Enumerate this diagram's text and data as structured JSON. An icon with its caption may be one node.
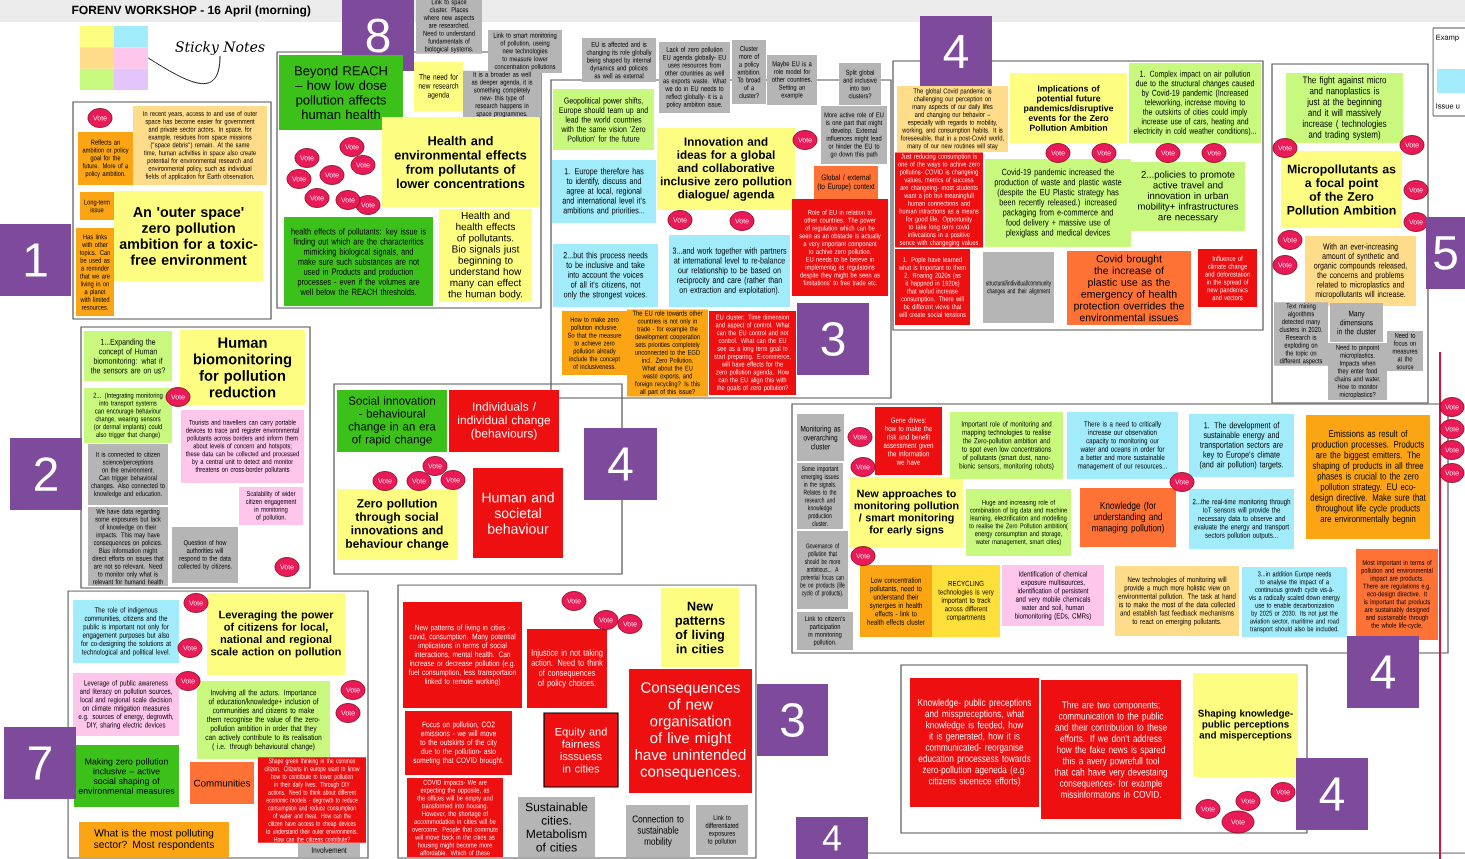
{
  "diagram": {
    "title": "FORENV WORKSHOP - 16 April (morning)",
    "nodes": [
      {
        "text": [
          "Sticky Notes"
        ]
      },
      {
        "text": [],
        "shape": "box"
      },
      {
        "text": [],
        "shape": "box"
      },
      {
        "text": [
          "Reflects an ambition or policy goal for the future. More of a policy ambition."
        ],
        "in": 2
      },
      {
        "text": [
          "In recent years, access to and use of outer space has become easier for government and private sector actors. In space, for example, residues from space missions (\"space debris\") remain. At the same time, human activities in space also create potential for environmental research and environmental policy, such as individual fields of application for Earth observation."
        ],
        "in": 2
      },
      {
        "text": [
          "Long-term issue"
        ],
        "in": 2
      },
      {
        "text": [
          "Has links with other topics. Can be used as a reminder that we are living in on a planet with limited resources."
        ],
        "in": 2
      },
      {
        "text": [
          "An 'outer space' zero pollution ambition for a toxic-free environment"
        ],
        "in": 2
      },
      {
        "text": [
          "Vote"
        ],
        "in": 2
      },
      {
        "text": [
          "1"
        ]
      },
      {
        "text": [],
        "shape": "box"
      },
      {
        "text": [
          "8"
        ]
      },
      {
        "text": [
          "Link to space cluster. Places where new aspects are researched. Need to understand fundamentals of biological systems."
        ]
      },
      {
        "text": [
          "Link to smart monitoring of pollution, useing new technologies to measure lower concentration pollutions"
        ]
      },
      {
        "text": [
          "Beyond REACH – how low dose pollution affects human health"
        ],
        "in": 10
      },
      {
        "text": [
          "The need for new research agenda"
        ],
        "in": 10
      },
      {
        "text": [
          "It is a broader as well as deeper agenda, it is something completely new- this type of research happens in space programmes."
        ],
        "in": 10
      },
      {
        "text": [
          "Health and environmental effects from pollutants of lower concentrations"
        ],
        "in": 10
      },
      {
        "text": [
          "health effects of pollutants: key issue is finding out which are the characteritics mimicking biological signals, and make sure such substances are not used in Products and production processes - even if the volumes are well below the REACH thresholds."
        ],
        "in": 10
      },
      {
        "text": [
          "Health and health effects of pollutants. Bio signals just beginning to understand how many can effect the human body."
        ],
        "in": 10
      },
      {
        "text": [
          "Vote"
        ],
        "in": 10
      },
      {
        "text": [
          "Vote"
        ],
        "in": 10
      },
      {
        "text": [
          "Vote"
        ],
        "in": 10
      },
      {
        "text": [
          "Vote"
        ],
        "in": 10
      },
      {
        "text": [
          "Vote"
        ],
        "in": 10
      },
      {
        "text": [
          "Vote"
        ],
        "in": 10
      },
      {
        "text": [
          "Vote"
        ],
        "in": 10
      },
      {
        "text": [
          "Vote"
        ],
        "in": 10
      },
      {
        "text": [],
        "shape": "box"
      },
      {
        "text": [
          "EU is affected and is changing its role globally being shaped by internal dynamics and policies as well as external"
        ]
      },
      {
        "text": [
          "Lack of zero pollution EU agenda globally- EU uses resources from other countries as well as exports waste. What we do in EU needs to reflect globally- it is a policy ambition issue."
        ]
      },
      {
        "text": [
          "Cluster more of a policy ambition. To broad of a cluster?"
        ]
      },
      {
        "text": [
          "Maybe EU is a role model for other countries. Setting an example"
        ]
      },
      {
        "text": [
          "Split global and inclusive into two clusters?"
        ]
      },
      {
        "text": [
          "More active role of EU is one part that might develop. External influences might lead or hinder the EU to go down this path"
        ],
        "in": 28
      },
      {
        "text": [
          "Geopolitical power shifts, Europe should team up and lead the world countries with the same vision 'Zero Pollution' for the future"
        ],
        "in": 28
      },
      {
        "text": [
          "1. Europe therefore has to identify, discuss and agree at local, regional and international level it's ambitions and priorities..."
        ],
        "in": 28
      },
      {
        "text": [
          "Innovation and ideas for a global and collaborative inclusive zero pollution dialogue/ agenda"
        ],
        "in": 28
      },
      {
        "text": [
          "2...but this process needs to be inclusive and take into account the voices of all it's citizens, not only the strongest voices."
        ],
        "in": 28
      },
      {
        "text": [
          "3...and work together with partners at international level to re-balance our relationship to be based on reciprocity and care (rather than on extraction and exploitation)."
        ],
        "in": 28
      },
      {
        "text": [
          "Global / external (to Europe) context"
        ],
        "in": 28
      },
      {
        "text": [
          "Role of EU in relation to other countries. The power of regulation which can be seen as an obstacle is actually a very important component to achive zero pollution. EU needs to be bereve in implementig its regulatoins despite they might be seen as 'limitations' to free trade etc."
        ],
        "in": 28
      },
      {
        "text": [
          "How to make zero pollution inclusive. So that the measure to achieve zero pollution already include the concept of inclusiveness."
        ],
        "in": 28
      },
      {
        "text": [
          "The EU role towards other countries is not only in trade - for example the development cooperation sets priorities completely unconnected to the EGD incl. Zero Pollution. What about the EU waste exports, and foreign recycling? Is this all part of this issue?"
        ],
        "in": 28
      },
      {
        "text": [
          "EU cluster: Time dimension and aspect of control. What can the EU control and not control. What can the EU see as a long term goal to start preparing. E-commerce, will have effects for the zero pollution agenda. How can the EU align this with the goals of zero pollution?"
        ],
        "in": 28
      },
      {
        "text": [
          "3"
        ],
        "in": 28
      },
      {
        "text": [
          "Vote"
        ],
        "in": 28
      },
      {
        "text": [
          "Vote"
        ],
        "in": 28
      },
      {
        "text": [
          "Vote"
        ],
        "in": 28
      },
      {
        "text": [],
        "shape": "box"
      },
      {
        "text": [
          "4"
        ]
      },
      {
        "text": [
          "The global Covid pandemic is challenging our perception on many aspects of our daily lifes and changing our behavior – especially with regards to mobility, working, and consumption habits. It is foreseeable, that in a post-Covid world, many of our new routines will stay"
        ],
        "in": 49
      },
      {
        "text": [
          "Implications of potential future pandemics/disruptive events for the Zero Pollution Ambition"
        ],
        "in": 49
      },
      {
        "text": [
          "1. Complex impact on air pollution due to the structural changes caused by Covid-19 pandemic (Increased teleworking, increase moving to the outskirts of cities could imply increase use of cars, heating and electricity in cold weather conditions)..."
        ],
        "in": 49
      },
      {
        "text": [
          "Just reducing consumption is one of the ways to achive zero pollutins- COVID is changeing values, metrics of success are changeing- most students want a job but meaningfull human connections and human intractions as a means for good life. Opportunity to take long term covid inlivcations in a positive sence with changeging values"
        ],
        "in": 49
      },
      {
        "text": [
          "1. Pople have learned what is important to them 2. Roaring 2020s (as it happned in 1920s) that wolud increase consumption. There will be different views that will create social tensions"
        ],
        "in": 49
      },
      {
        "text": [
          "Covid-19 pandemic increased the production of waste and plastic waste (despite the EU Plastic strategy has been recently released.) increased packaging from e-commerce and food delivery + massive use of plexiglass and medical devices"
        ],
        "in": 49
      },
      {
        "text": [
          "2...policies to promote active travel and innovation in urban mobility+ infrastructures are necessary"
        ],
        "in": 49
      },
      {
        "text": [
          "structural/individual/community changes and their alignment"
        ],
        "in": 49
      },
      {
        "text": [
          "Covid brought the increase of plastic use as the emergency of health protection overrides the environmental issues"
        ],
        "in": 49
      },
      {
        "text": [
          "Influence of climate change and deforestation in the spread of new pandemics and vectors"
        ],
        "in": 49
      },
      {
        "text": [
          "Vote"
        ],
        "in": 49
      },
      {
        "text": [
          "Vote"
        ],
        "in": 49
      },
      {
        "text": [
          "Vote"
        ],
        "in": 49
      },
      {
        "text": [
          "Vote"
        ],
        "in": 49
      },
      {
        "text": [],
        "shape": "box"
      },
      {
        "text": [
          "The fight against micro and nanoplastics is just at the beginning and it will massively increase ( technologies and trading system)"
        ],
        "in": 65
      },
      {
        "text": [
          "Micropollutants as a focal point of the Zero Pollution Ambition"
        ],
        "in": 65
      },
      {
        "text": [
          "With an ever-increasing amount of synthetic and organic compounds released, the concerns and problems related to microplastics and micropollutants will increase."
        ],
        "in": 65
      },
      {
        "text": [
          "Text mining algorithms detected many clusters in 2020. Research is exploding on the topic on different aspects"
        ],
        "in": 65
      },
      {
        "text": [
          "Many dimensions in the cluster"
        ],
        "in": 65
      },
      {
        "text": [
          "Need to pinpoint microplastics. Impacts when they enter food chains and water. How to monitor microplastics?"
        ],
        "in": 65
      },
      {
        "text": [
          "Need to focus on measures at the source"
        ],
        "in": 65
      },
      {
        "text": [
          "Vote"
        ],
        "in": 65
      },
      {
        "text": [
          "Vote"
        ],
        "in": 65
      },
      {
        "text": [
          "Vote"
        ],
        "in": 65
      },
      {
        "text": [
          "Vote"
        ],
        "in": 65
      },
      {
        "text": [
          "Vote"
        ],
        "in": 65
      },
      {
        "text": [
          "Vote"
        ],
        "in": 65
      },
      {
        "text": [
          "5"
        ]
      },
      {
        "text": [],
        "shape": "box"
      },
      {
        "text": [
          "1...Expanding the concept of Human biomonitoring: what if the sensors are on us?"
        ],
        "in": 80
      },
      {
        "text": [
          "Human biomonitoring for pollution reduction"
        ],
        "in": 80
      },
      {
        "text": [
          "2... (Integrating monitoring into transport systems can encourage behaviour change, wearing sensors (or dermal implants) could also trigger that change)"
        ],
        "in": 80
      },
      {
        "text": [
          "Tourists and travellers can carry portable devices to trace and register environmental pollutants across borders and inform them about levels of concern and hotspots; these data can be collected and processed by a central unit to detect and monitor threatens on cross-border pollutants"
        ],
        "in": 80
      },
      {
        "text": [
          "It is connected to citizen science/perceptions on the environment. Can trigger behavioral changes. Also connected to knowledge and education."
        ],
        "in": 80
      },
      {
        "text": [
          "We have data regarding some exposures but lack of knowledge on their impacts. This may have consequences on policies. Bias information might direct efforts on issues that are not so relevant. Need to monitor only what is relevant for humand health"
        ],
        "in": 80
      },
      {
        "text": [
          "Question of how authorities will respond to the data collected by citizens."
        ],
        "in": 80
      },
      {
        "text": [
          "Scalability of wider citizen engagement in monitoring of pollution."
        ],
        "in": 80
      },
      {
        "text": [
          "Vote"
        ],
        "in": 80
      },
      {
        "text": [
          "Vote"
        ],
        "in": 80
      },
      {
        "text": [
          "2"
        ]
      },
      {
        "text": [],
        "shape": "box"
      },
      {
        "text": [
          "Social innovation - behavioural change in an era of rapid change"
        ],
        "in": 92
      },
      {
        "text": [
          "Individuals / individual change (behaviours)"
        ],
        "in": 92
      },
      {
        "text": [
          "Zero pollution through social innovations and behaviour change"
        ],
        "in": 92
      },
      {
        "text": [
          "Human and societal behaviour"
        ],
        "in": 92
      },
      {
        "text": [
          "Vote"
        ],
        "in": 92
      },
      {
        "text": [
          "Vote"
        ],
        "in": 92
      },
      {
        "text": [
          "Vote"
        ],
        "in": 92
      },
      {
        "text": [
          "Vote"
        ],
        "in": 92
      },
      {
        "text": [
          "4"
        ]
      },
      {
        "text": [],
        "shape": "box"
      },
      {
        "text": [
          "The role of indigenous communities, citizens and the public is important not only for engagement purposes but also for co-designing the solutions at technological and political level."
        ],
        "in": 102
      },
      {
        "text": [
          "Leveraging the power of citizens for local, national and regional scale action on pollution"
        ],
        "in": 102
      },
      {
        "text": [
          "Leverage of public awareness and literacy on pollution sources, local and regional scale decision on climate mitigation measures e.g. sources of energy, degrowth, DIY, sharing electric devices"
        ],
        "in": 102
      },
      {
        "text": [
          "Involving all the actors. Importance of education/knowledge+ inclusion of communities and citizens to make them recognise the value of the zero-pollution ambition in order that they can actively contribute to its realisation ( i.e. through behavioural change)"
        ],
        "in": 102
      },
      {
        "text": [
          "Making zero pollution inclusive – active social shaping of environmental measures"
        ],
        "in": 102
      },
      {
        "text": [
          "Communities"
        ],
        "in": 102
      },
      {
        "text": [
          "Shape green thinking in the common citizen. Citizens in europe want to know how to contribute to lower pollution in their daily lives. Through DIY actions. Need to think about different economic models - degrowth to reduce consumption and reduce consumption of water and meat. How can the citizen have access to cheap devices to understand their outer environments. How can the citizens contribute?"
        ],
        "in": 102
      },
      {
        "text": [
          "What is the most polluting sector? Most respondents"
        ],
        "in": 102
      },
      {
        "text": [
          "Involvement"
        ],
        "in": 102
      },
      {
        "text": [
          "Vote"
        ],
        "in": 102
      },
      {
        "text": [
          "Vote"
        ],
        "in": 102
      },
      {
        "text": [
          "Vote"
        ],
        "in": 102
      },
      {
        "text": [
          "Vote"
        ],
        "in": 102
      },
      {
        "text": [
          "Vote"
        ],
        "in": 102
      },
      {
        "text": [
          "7"
        ]
      },
      {
        "text": [],
        "shape": "box"
      },
      {
        "text": [
          "New patterns of living in cities - covid, consumption. Many potential implications in terms of social interactions, mental health. Can increase or decrease pollution (e.g. fuel consumption, less transportaion linked to remote working)"
        ],
        "in": 118
      },
      {
        "text": [
          "Focus on pollution, CO2 emissions - we will move to the outskirts of the city due to the pollution- aslo someting that COVID brought."
        ],
        "in": 118
      },
      {
        "text": [
          "COVID impacts- We are expecting the opposite, as the offices will be empty and transformed into housing. However, the shortage of accommodation in cities will be overcome. People that commute will move back in the cities as housing might become more affordable. Which of these"
        ],
        "in": 118
      },
      {
        "text": [
          "Injustice in not taking action. Need to think of consequences of policy choices."
        ],
        "in": 118
      },
      {
        "text": [
          "Equity and fairness isssuess in cities"
        ],
        "in": 118
      },
      {
        "text": [
          "New patterns of living in cities"
        ],
        "in": 118
      },
      {
        "text": [
          "Consequences of new organisation of live might have unintended consequences."
        ],
        "in": 118
      },
      {
        "text": [
          "Sustainable cities. Metabolism of cities"
        ],
        "in": 118
      },
      {
        "text": [
          "Connection to sustainable mobility"
        ],
        "in": 118
      },
      {
        "text": [
          "Link to differentiated exposures to pollution"
        ],
        "in": 118
      },
      {
        "text": [
          "Vote"
        ],
        "in": 118
      },
      {
        "text": [
          "Vote"
        ],
        "in": 118
      },
      {
        "text": [
          "Vote"
        ],
        "in": 118
      },
      {
        "text": [
          "3"
        ]
      },
      {
        "text": [],
        "shape": "box"
      },
      {
        "text": [
          "Monitoring as overarching cluster"
        ],
        "in": 133
      },
      {
        "text": [
          "Some important emerging issues in the signals. Relates to the research and knowledge production cluster."
        ],
        "in": 133
      },
      {
        "text": [
          "Governance of pollution that should be more ambitious... A potential focus can be on products (life cycle of products)."
        ],
        "in": 133
      },
      {
        "text": [
          "Link to citizen's participation in monitoring pollution."
        ],
        "in": 133
      },
      {
        "text": [
          "Gene drives: how to make the risk and benefit assessment given the information we have"
        ],
        "in": 133
      },
      {
        "text": [
          "New approaches to monitoring pollution / smart monitoring for early signs"
        ],
        "in": 133
      },
      {
        "text": [
          "Important role of monitoring and mapping technologies to realise the Zero-pollution ambition and to spot even low concentrations of pollutants (smart dust, nano-bionic sensors, monitoring robots)"
        ],
        "in": 133
      },
      {
        "text": [
          "Huge and increasing role of combination of big data and machine learning, electrification and modelling to realise the Zero Pollution ambition( energy consumption and storage, water management, smart cities)"
        ],
        "in": 133
      },
      {
        "text": [
          "Low concentration pollutants, need to understand their synergies in health effects - link to health effects cluster"
        ],
        "in": 133
      },
      {
        "text": [
          "RECYCLING technologies is very important to track across different compartments"
        ],
        "in": 133
      },
      {
        "text": [
          "Identification of chemical exposure multisources, identification of persistent and very mobile chemicals water and soil, human biomonitoring (EDs, CMRs)"
        ],
        "in": 133
      },
      {
        "text": [
          "There is a need to critically increase our observation capacity to monitoring our water and oceans in order for a better and more sustainable management of our resources..."
        ],
        "in": 133
      },
      {
        "text": [
          "Knowledge (for understanding and managing pollution)"
        ],
        "in": 133
      },
      {
        "text": [
          "1. The development of sustainable energy and transportation sectors are key to Europe's climate (and air pollution) targets."
        ],
        "in": 133
      },
      {
        "text": [
          "2...the real-time monitoring through IoT sensors will provide the necessary data to observe and evaluate the energy and transport sectors pollution outputs..."
        ],
        "in": 133
      },
      {
        "text": [
          "Emissions as result of production processes. Products are the biggest emitters. The shaping of products in all three phases is crucial to the zero pollution strategy. EU eco-design directive. Make sure that throughout life cycle products are environmentally begnin"
        ],
        "in": 133
      },
      {
        "text": [
          "New technologies of monitoring will provide a much more holistic view on environmental pollution. The task at hand is to make the most of the data collected and establish fast feedback mechanisms to react on emerging pollutants."
        ],
        "in": 133
      },
      {
        "text": [
          "3...in addition Europe needs to analyse the impact of a continuous growth cycle vis-à-vis a radically scaled down energy use to enable decarbonization by 2025 or 2030. Its not just the aviation sector, maritime and road transport should also be included."
        ],
        "in": 133
      },
      {
        "text": [
          "Most important in terms of pollution and environmental impact are products. There are regulations e.g. eco-design directive. It is important that products are sustainably designed and sustainable through the whole life-cycle."
        ],
        "in": 133
      },
      {
        "text": [
          "Vote"
        ],
        "in": 133
      },
      {
        "text": [
          "Vote"
        ],
        "in": 133
      },
      {
        "text": [
          "Vote"
        ],
        "in": 133
      },
      {
        "text": [
          "Vote"
        ],
        "in": 133
      },
      {
        "text": [
          "4"
        ]
      },
      {
        "text": [
          "Vote"
        ]
      },
      {
        "text": [
          "Vote"
        ]
      },
      {
        "text": [
          "Vote"
        ]
      },
      {
        "text": [
          "Vote"
        ]
      },
      {
        "text": [],
        "shape": "box"
      },
      {
        "text": [
          "Knowledge- public preceptions and misspreceptions, what knowledge is feeded, how it is generated, how it is communicated- reorganise education processess towards zero-pollution ageneda (e.g. citizens sicenece efforts)"
        ],
        "in": 162
      },
      {
        "text": [
          "Thre are two components; communication to the public and their contribution to these efforts. If we don't address how the fake news is spared this a avery powrefull tool that cah have very devestaing consequences- for example missinformatons in COVID."
        ],
        "in": 162
      },
      {
        "text": [
          "Shaping knowledge-public perceptions and misperceptions"
        ],
        "in": 162
      },
      {
        "text": [
          "Vote"
        ],
        "in": 162
      },
      {
        "text": [
          "Vote"
        ],
        "in": 162
      },
      {
        "text": [
          "Vote"
        ],
        "in": 162
      },
      {
        "text": [
          "Vote"
        ],
        "in": 162
      },
      {
        "text": [
          "4"
        ]
      },
      {
        "text": [
          "4"
        ]
      }
    ],
    "edges": [
      {
        "from": 0,
        "to": 1,
        "arrow": "none"
      }
    ],
    "labels": [
      "Examp",
      "Issue u"
    ]
  }
}
